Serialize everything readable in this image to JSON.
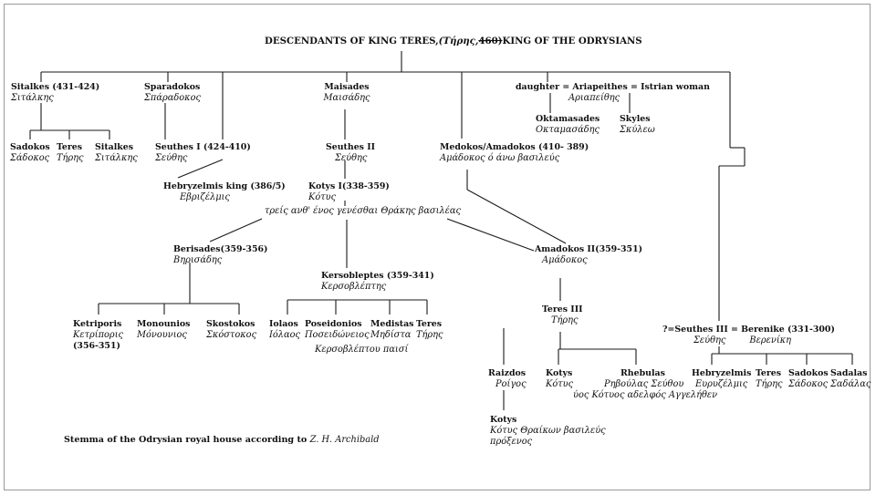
{
  "title": {
    "pre": "DESCENDANTS OF KING TERES,",
    "greek": "(Τήρης,",
    "num": "460)",
    "post": "KING OF THE ODRYSIANS"
  },
  "caption": {
    "text": "Stemma of the Odrysian royal house according to ",
    "author": "Z. H. Archibald"
  },
  "nodes": {
    "sitalkes": {
      "name": "Sitalkes (431-424)",
      "greek": "Σιτάλκης"
    },
    "sparadokos": {
      "name": "Sparadokos",
      "greek": "Σπάραδοκος"
    },
    "maisades": {
      "name": "Maisades",
      "greek": "Μαισάδης"
    },
    "ariapeithes": {
      "name": "daughter = Ariapeithes = Istrian woman",
      "greek": "Αριαπείθης"
    },
    "oktamasades": {
      "name": "Oktamasades",
      "greek": "Οκταμασάδης"
    },
    "skyles": {
      "name": "Skyles",
      "greek": "Σκύλεω"
    },
    "sadokos1": {
      "name": "Sadokos",
      "greek": "Σάδοκος"
    },
    "teres1": {
      "name": "Teres",
      "greek": "Τήρης"
    },
    "sitalkes2": {
      "name": "Sitalkes",
      "greek": "Σιτάλκης"
    },
    "seuthes1": {
      "name": "Seuthes I (424-410)",
      "greek": "Σεύθης"
    },
    "seuthes2": {
      "name": "Seuthes II",
      "greek": "Σεύθης"
    },
    "medokos": {
      "name": "Medokos/Amadokos (410- 389)",
      "greek": "Αμάδοκος ό άνω βασιλεύς"
    },
    "hebryzelmis1": {
      "name": "Hebryzelmis  king (386/5)",
      "greek": "Εβριζέλμις"
    },
    "kotys1": {
      "name": "Kotys I(338-359)",
      "greek": "Κότυς"
    },
    "kotys_note": "τρείς  ανθ' ένος γενέσθαι Θράκης βασιλέας",
    "berisades": {
      "name": "Berisades(359-356)",
      "greek": "Βηρισάδης"
    },
    "amadokos2": {
      "name": "Amadokos II(359-351)",
      "greek": "Αμάδοκος"
    },
    "kersobleptes": {
      "name": "Kersobleptes (359-341)",
      "greek": "Κερσοβλέπτης"
    },
    "ketriporis": {
      "name": "Ketriporis",
      "greek": "Κετρίπορις",
      "dates": "(356-351)"
    },
    "monounios": {
      "name": "Monounios",
      "greek": "Μόνουνιος"
    },
    "skostokos": {
      "name": "Skostokos",
      "greek": "Σκόστοκος"
    },
    "iolaos": {
      "name": "Iolaos",
      "greek": "Ιόλαος"
    },
    "poseidonios": {
      "name": "Poseidonios",
      "greek": "Ποσειδώνειος"
    },
    "medistas": {
      "name": "Medistas",
      "greek": "Μηδίστα"
    },
    "teres2": {
      "name": "Teres",
      "greek": "Τήρης"
    },
    "kerso_children": "Κερσοβλέπτου παισί",
    "teres3": {
      "name": "Teres III",
      "greek": "Τήρης"
    },
    "seuthes3": {
      "name": "?=Seuthes III = Berenike (331-300)",
      "greek1": "Σεύθης",
      "greek2": "Βερενίκη"
    },
    "raizdos": {
      "name": "Raizdos",
      "greek": "Ροίγος"
    },
    "kotys2": {
      "name": "Kotys",
      "greek": "Κότυς"
    },
    "rhebulas": {
      "name": "Rhebulas",
      "greek": "Ρηβούλας Σεύθου",
      "greek2": "ύος Κότυος αδελφός Αγγελήθεν"
    },
    "kotys3": {
      "name": "Kotys",
      "greek": "Κότυς Θραίκων βασιλεύς",
      "greek2": "πρόξενος"
    },
    "hebryzelmis2": {
      "name": "Hebryzelmis",
      "greek": "Ευρυζέλμις"
    },
    "teres4": {
      "name": "Teres",
      "greek": "Τήρης"
    },
    "sadokos2": {
      "name": "Sadokos",
      "greek": "Σάδοκος"
    },
    "sadalas": {
      "name": "Sadalas",
      "greek": "Σαδάλας"
    }
  }
}
